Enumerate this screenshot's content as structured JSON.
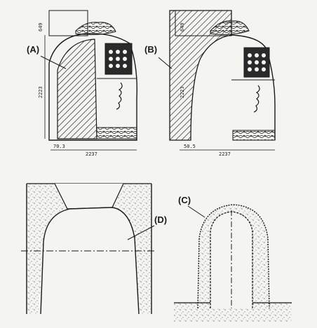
{
  "labels": {
    "a": "(A)",
    "b": "(B)",
    "c": "(C)",
    "d": "(D)"
  },
  "dimensions": {
    "a_height": "2223",
    "a_width": "2237",
    "a_base": "70.3",
    "a_top": "649",
    "b_height": "2223",
    "b_width": "2237",
    "b_base": "50.5",
    "b_top": "649"
  },
  "colors": {
    "ink": "#1a1a1a",
    "paper": "#f4f4f1"
  }
}
